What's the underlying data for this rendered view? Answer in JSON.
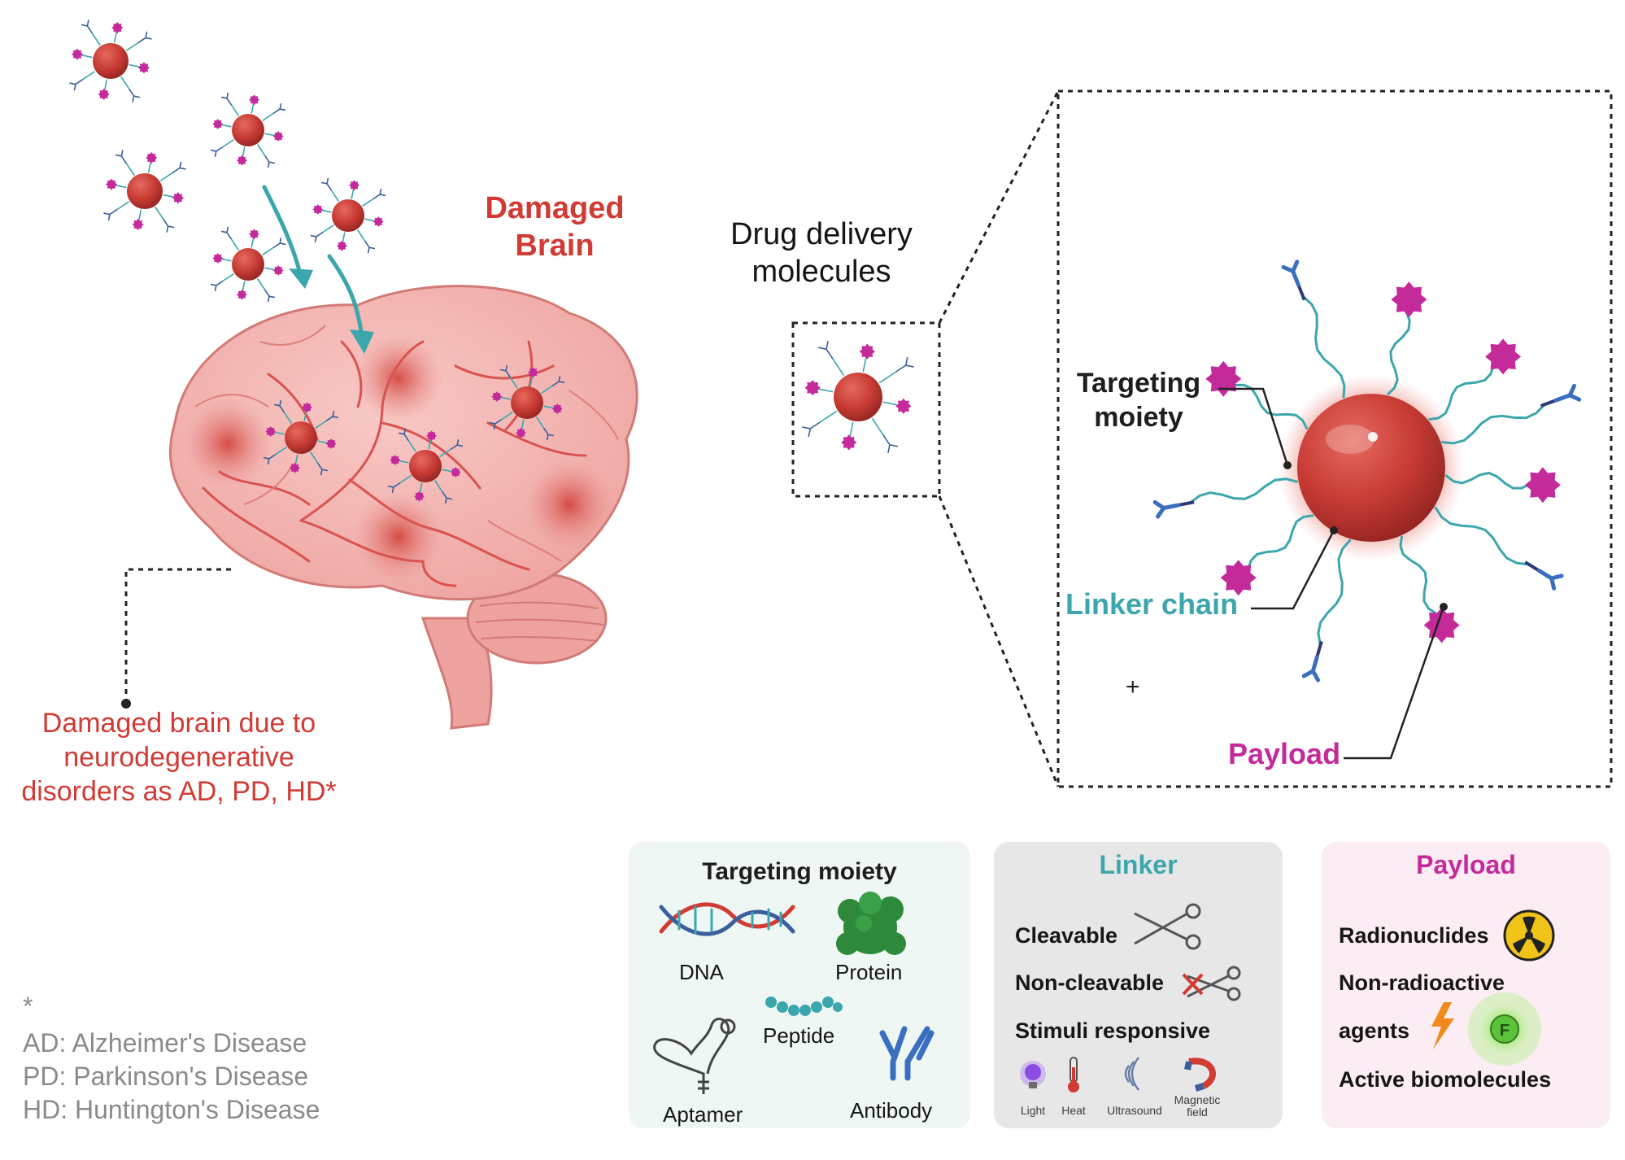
{
  "labels": {
    "damaged_brain": "Damaged Brain",
    "drug_delivery": "Drug delivery molecules",
    "targeting_moiety": "Targeting moiety",
    "linker_chain": "Linker chain",
    "payload": "Payload",
    "caption": "Damaged brain due to neurodegenerative disorders as AD, PD, HD*",
    "plus": "+"
  },
  "footnote": {
    "asterisk": "*",
    "lines": [
      "AD: Alzheimer's Disease",
      "PD: Parkinson's Disease",
      "HD: Huntington's Disease"
    ]
  },
  "panels": {
    "targeting": {
      "title": "Targeting moiety",
      "items": [
        "DNA",
        "Protein",
        "Peptide",
        "Aptamer",
        "Antibody"
      ]
    },
    "linker": {
      "title": "Linker",
      "items": [
        "Cleavable",
        "Non-cleavable",
        "Stimuli responsive"
      ],
      "stimuli": [
        "Light",
        "Heat",
        "Ultrasound",
        "Magnetic field"
      ]
    },
    "payload": {
      "title": "Payload",
      "items": [
        "Radionuclides",
        "Non-radioactive",
        "agents",
        "Active biomolecules"
      ],
      "fluor_letter": "F"
    }
  },
  "colors": {
    "nanoparticle": "#c9403a",
    "ligand_magenta": "#c52a9b",
    "linker_teal": "#3ba7ad",
    "antibody_blue": "#3a5f9c",
    "brain_fill": "#f4b9b7",
    "lesion": "#d2403a",
    "targeting_panel_bg": "#eef7f4",
    "linker_panel_bg": "#e7e7e7",
    "payload_panel_bg": "#fcecf3"
  }
}
